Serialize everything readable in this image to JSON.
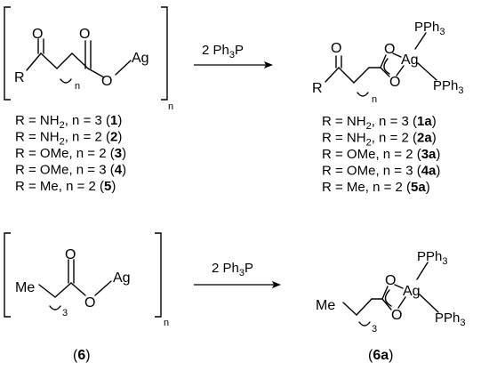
{
  "scheme1": {
    "reactant": {
      "carbonyl_o": "O",
      "r": "R",
      "chain_n": "n",
      "ester_o1": "O",
      "ester_o2": "O",
      "metal": "Ag",
      "poly_n": "n"
    },
    "reagent": {
      "text": "2 Ph",
      "sub": "3",
      "tail": "P"
    },
    "product": {
      "carbonyl_o": "O",
      "r": "R",
      "chain_n": "n",
      "o_top": "O",
      "o_bot": "O",
      "metal": "Ag",
      "pph3_top": "PPh",
      "pph3_top_sub": "3",
      "pph3_right": "PPh",
      "pph3_right_sub": "3"
    },
    "left_list": [
      {
        "pre": "R = NH",
        "sub": "2",
        "mid": ", n = 3 (",
        "num": "1",
        "post": ")"
      },
      {
        "pre": "R = NH",
        "sub": "2",
        "mid": ", n = 2 (",
        "num": "2",
        "post": ")"
      },
      {
        "pre": "R = OMe",
        "sub": "",
        "mid": ", n = 2 (",
        "num": "3",
        "post": ")"
      },
      {
        "pre": "R = OMe",
        "sub": "",
        "mid": ", n = 3 (",
        "num": "4",
        "post": ")"
      },
      {
        "pre": "R = Me",
        "sub": "",
        "mid": ", n = 2 (",
        "num": "5",
        "post": ")"
      }
    ],
    "right_list": [
      {
        "pre": "R = NH",
        "sub": "2",
        "mid": ", n = 3 (",
        "num": "1a",
        "post": ")"
      },
      {
        "pre": "R = NH",
        "sub": "2",
        "mid": ", n = 2 (",
        "num": "2a",
        "post": ")"
      },
      {
        "pre": "R = OMe",
        "sub": "",
        "mid": ", n = 2 (",
        "num": "3a",
        "post": ")"
      },
      {
        "pre": "R = OMe",
        "sub": "",
        "mid": ", n = 3 (",
        "num": "4a",
        "post": ")"
      },
      {
        "pre": "R = Me",
        "sub": "",
        "mid": ", n = 2 (",
        "num": "5a",
        "post": ")"
      }
    ]
  },
  "scheme2": {
    "reactant": {
      "me": "Me",
      "chain_n": "3",
      "carbonyl_o": "O",
      "ester_o": "O",
      "metal": "Ag",
      "poly_n": "n"
    },
    "reagent": {
      "text": "2 Ph",
      "sub": "3",
      "tail": "P"
    },
    "product": {
      "me": "Me",
      "chain_n": "3",
      "o_top": "O",
      "o_bot": "O",
      "metal": "Ag",
      "pph3_top": "PPh",
      "pph3_top_sub": "3",
      "pph3_right": "PPh",
      "pph3_right_sub": "3"
    },
    "reactant_label": {
      "open": "(",
      "num": "6",
      "close": ")"
    },
    "product_label": {
      "open": "(",
      "num": "6a",
      "close": ")"
    }
  }
}
